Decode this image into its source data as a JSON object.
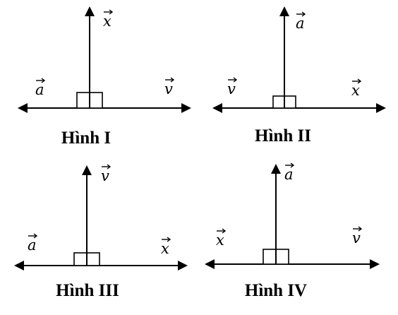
{
  "figures": [
    {
      "caption": "Hình I",
      "labels": {
        "up": "x",
        "left": "a",
        "right": "v"
      }
    },
    {
      "caption": "Hình II",
      "labels": {
        "up": "a",
        "left": "v",
        "right": "x"
      }
    },
    {
      "caption": "Hình III",
      "labels": {
        "up": "v",
        "left": "a",
        "right": "x"
      }
    },
    {
      "caption": "Hình IV",
      "labels": {
        "up": "a",
        "left": "x",
        "right": "v"
      }
    }
  ]
}
